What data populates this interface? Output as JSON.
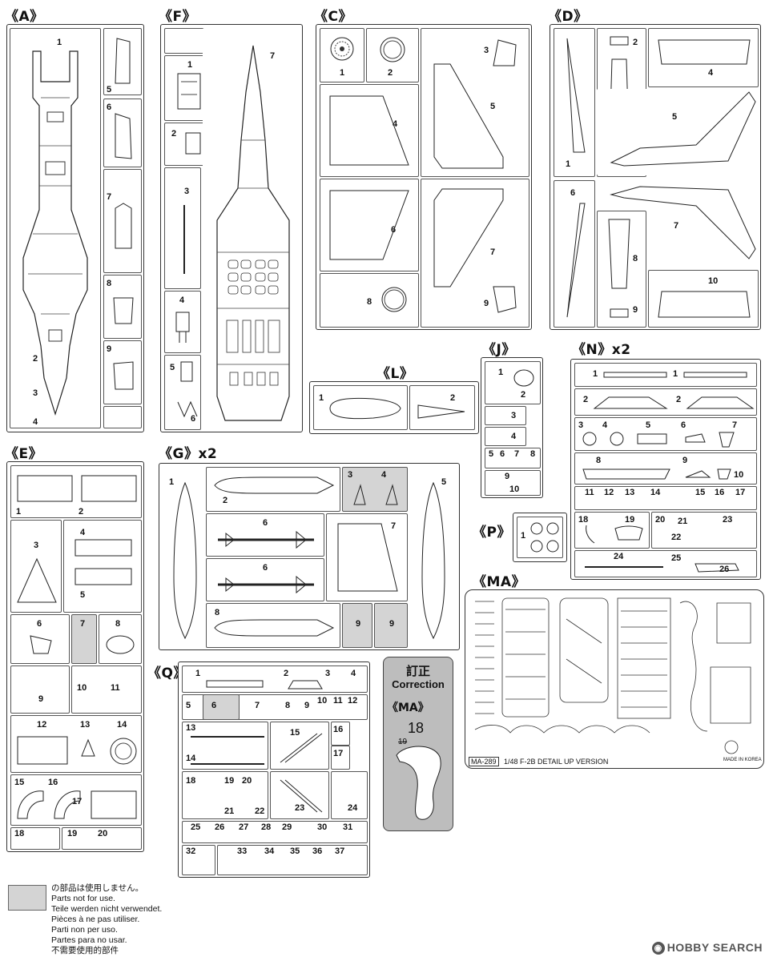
{
  "sections": {
    "A": {
      "label": "《A》"
    },
    "F": {
      "label": "《F》"
    },
    "C": {
      "label": "《C》"
    },
    "D": {
      "label": "《D》"
    },
    "E": {
      "label": "《E》"
    },
    "G": {
      "label": "《G》x2"
    },
    "L": {
      "label": "《L》"
    },
    "J": {
      "label": "《J》"
    },
    "N": {
      "label": "《N》x2"
    },
    "P": {
      "label": "《P》"
    },
    "Q": {
      "label": "《Q》"
    },
    "MA": {
      "label": "《MA》"
    }
  },
  "numbers": {
    "n1": "1",
    "n2": "2",
    "n3": "3",
    "n4": "4",
    "n5": "5",
    "n6": "6",
    "n7": "7",
    "n8": "8",
    "n9": "9",
    "n10": "10",
    "n11": "11",
    "n12": "12",
    "n13": "13",
    "n14": "14",
    "n15": "15",
    "n16": "16",
    "n17": "17",
    "n18": "18",
    "n19": "19",
    "n20": "20",
    "n21": "21",
    "n22": "22",
    "n23": "23",
    "n24": "24",
    "n25": "25",
    "n26": "26",
    "n27": "27",
    "n28": "28",
    "n29": "29",
    "n30": "30",
    "n31": "31",
    "n32": "32",
    "n33": "33",
    "n34": "34",
    "n35": "35",
    "n36": "36",
    "n37": "37"
  },
  "correction": {
    "jp": "訂正",
    "en": "Correction",
    "sprue": "《MA》",
    "new_num": "18",
    "old_num": "19"
  },
  "photoetch": {
    "code": "MA-289",
    "title": "1/48 F-2B DETAIL UP VERSION",
    "made_in": "MADE IN KOREA"
  },
  "legend": {
    "lines": [
      "の部品は使用しません。",
      "Parts not for use.",
      "Teile werden nicht verwendet.",
      "Pièces à ne pas utiliser.",
      "Parti non per uso.",
      "Partes para no usar.",
      "不需要使用的部件"
    ]
  },
  "watermark": {
    "text": "HOBBY SEARCH",
    "icon": "hobby-search-logo-icon"
  }
}
